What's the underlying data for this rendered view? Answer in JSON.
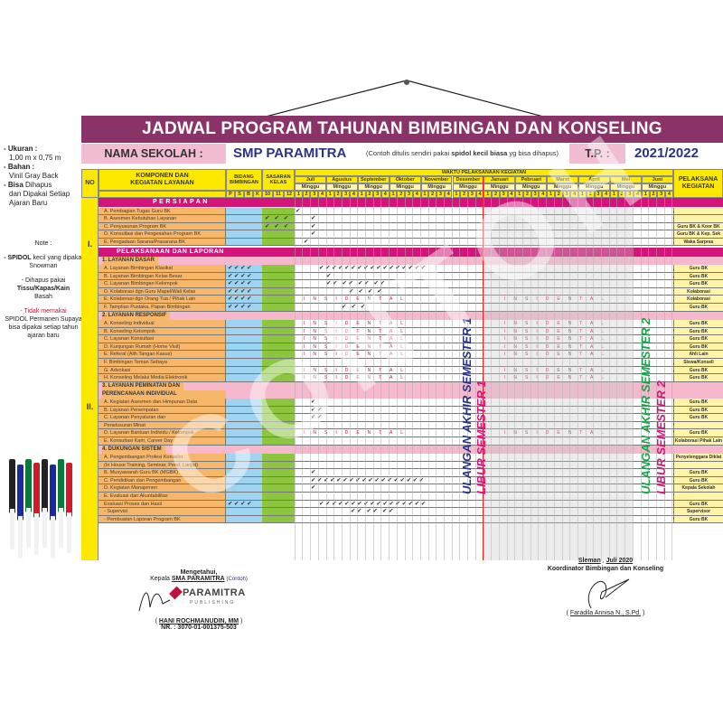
{
  "poster": {
    "title": "JADWAL PROGRAM TAHUNAN BIMBINGAN DAN KONSELING",
    "school_label": "NAMA SEKOLAH  :",
    "school_name": "SMP PARAMITRA",
    "school_note_pre": "(Contoh ditulis sendiri pakai ",
    "school_note_bold": "spidol kecil biasa",
    "school_note_post": " yg bisa dihapus)",
    "tp_label": "T.P.  :",
    "tp_value": "2021/2022"
  },
  "side_notes": {
    "ukuran_label": "- Ukuran :",
    "ukuran_value": "1,00 m x 0,75 m",
    "bahan_label": "- Bahan :",
    "bahan_value": "Vinil Gray Back",
    "bisa_bold": "- Bisa",
    "bisa_rest": " Dihapus",
    "bisa_line2": "dan Dipakai Setiap",
    "bisa_line3": "Ajaran Baru",
    "note_title": "Note :",
    "spidol_bold": "- SPIDOL",
    "spidol_rest": " kecil yang dipakai Snowman",
    "hapus_line": "- Dihapus pakai",
    "hapus_bold": "Tissu/Kapas/Kain",
    "hapus_line3": "Basah",
    "tidak_red": "- Tidak memakai",
    "tidak_rest": "SPIDOL Permanen Supaya bisa dipakai setiap tahun ajaran baru"
  },
  "table": {
    "headers": {
      "no": "NO",
      "komponen": "KOMPONEN DAN KEGIATAN LAYANAN",
      "bidang": "BIDANG BIMBINGAN",
      "bidang_cols": [
        "P",
        "S",
        "B",
        "K"
      ],
      "sasaran": "SASARAN KELAS",
      "sasaran_cols": [
        "10",
        "11",
        "12"
      ],
      "waktu": "WAKTU  PELAKSANAAN KEGIATAN",
      "minggu": "Minggu",
      "weeks": [
        "1",
        "2",
        "3",
        "4"
      ],
      "pelaksana": "PELAKSANA KEGIATAN"
    },
    "months": [
      "Juli",
      "Agustus",
      "September",
      "Oktober",
      "November",
      "Desember",
      "Januari",
      "Pebruari",
      "Maret",
      "April",
      "Mei",
      "Juni"
    ],
    "sections": [
      {
        "roman": "I.",
        "title": "PERSIAPAN"
      },
      {
        "roman": "II.",
        "title": "PELAKSANAAN DAN LAPORAN"
      }
    ],
    "persiapan_rows": [
      {
        "label": "A.  Pembagian Tugas Guru BK",
        "pelaksana": ""
      },
      {
        "label": "B.  Asesmen Kebutuhan Layanan",
        "pelaksana": ""
      },
      {
        "label": "C.  Penyusunan Program BK",
        "pelaksana": "Guru BK & Koor BK"
      },
      {
        "label": "D.  Konsultasi dan Pengesahan Program BK",
        "pelaksana": "Guru BK & Kep. Sek"
      },
      {
        "label": "E.  Pengadaan Sarana/Prasarana BK",
        "pelaksana": "Waka Sarpras"
      }
    ],
    "sub1": "1.  LAYANAN DASAR",
    "dasar_rows": [
      {
        "label": "A.  Layanan Bimbingan Klasikal",
        "pelaksana": "Guru BK"
      },
      {
        "label": "B.  Layanan Bimbingan Kelas Besar",
        "pelaksana": "Guru BK"
      },
      {
        "label": "C.  Layanan Bimbingan Kelompok",
        "pelaksana": "Guru BK"
      },
      {
        "label": "D.  Kolaborasi dgn Guru Mapel/Wali Kelas",
        "pelaksana": "Kolaborasi"
      },
      {
        "label": "E.  Kolaborasi dgn Orang Tua / Pihak Lain",
        "pelaksana": "Kolaborasi"
      },
      {
        "label": "F.  Tampilan Pustaka, Papan Bimbingan",
        "pelaksana": "Guru BK"
      }
    ],
    "sub2": "2.  LAYANAN RESPONSIF",
    "responsif_rows": [
      {
        "label": "A.  Konseling Individual",
        "pelaksana": "Guru BK"
      },
      {
        "label": "B.  Konseling Kelompok",
        "pelaksana": "Guru BK"
      },
      {
        "label": "C.  Layanan Konsultasi",
        "pelaksana": "Guru BK"
      },
      {
        "label": "D.  Kunjungan Rumah (Home Visit)",
        "pelaksana": "Guru BK"
      },
      {
        "label": "E.  Referal (Alih Tangan Kasus)",
        "pelaksana": "Ahli Lain"
      },
      {
        "label": "F.  Bimbingan Teman Sebaya",
        "pelaksana": "Siswa/Konseli"
      },
      {
        "label": "G.  Advokasi",
        "pelaksana": "Guru BK"
      },
      {
        "label": "H.  Konseling Melalui Media Elektronik",
        "pelaksana": "Guru BK"
      }
    ],
    "sub3": "3.  LAYANAN PEMINATAN DAN",
    "sub3b": "PERENCANAAN INDIVIDUAL",
    "peminatan_rows": [
      {
        "label": "A.  Kegiatan Asesmen dan Himpunan Data",
        "pelaksana": "Guru BK"
      },
      {
        "label": "B.  Layanan Penempatan",
        "pelaksana": "Guru BK"
      },
      {
        "label": "C.  Layanan Penyaluran dan",
        "pelaksana": "Guru BK"
      },
      {
        "label": "      Penelusuran Minat",
        "pelaksana": ""
      },
      {
        "label": "D.  Layanan Bantuan Individu / Kelompok",
        "pelaksana": "Guru BK"
      },
      {
        "label": "E.  Konsultasi Karir, Career Day",
        "pelaksana": "Kolaborasi Pihak Lain"
      }
    ],
    "sub4": "4.  DUKUNGAN SISTEM",
    "dukungan_rows": [
      {
        "label": "A.  Pengembangan Profesi Konselor",
        "pelaksana": "Penyelenggara Diklat"
      },
      {
        "label": "      (In House Training, Seminar, Pend. Lanjut)",
        "pelaksana": ""
      },
      {
        "label": "B.  Musyawarah Guru BK (MGBK)",
        "pelaksana": "Guru BK"
      },
      {
        "label": "C.  Pendidikan dan Pengembangan",
        "pelaksana": "Guru BK"
      },
      {
        "label": "D.  Kegiatan Manajemen",
        "pelaksana": "Kepala Sekolah"
      },
      {
        "label": "E.  Evaluasi dan Akuntabilitas",
        "pelaksana": ""
      },
      {
        "label": "      Evaluasi Proses dan Hasil",
        "pelaksana": "Guru BK"
      },
      {
        "label": "      - Supervisi",
        "pelaksana": "Supervisor"
      },
      {
        "label": "      - Pembuatan Laporan Program BK",
        "pelaksana": "Guru BK"
      }
    ],
    "insidental": "INSIDENTAL",
    "semester1_ulangan": "ULANGAN AKHIR SEMESTER 1",
    "semester1_libur": "LIBUR SEMESTER 1",
    "semester2_ulangan": "ULANGAN AKHIR SEMESTER 2",
    "semester2_libur": "LIBUR SEMESTER 2",
    "check_mark": "✔"
  },
  "signatures": {
    "left_known": "Mengetahui,",
    "left_kepala": "Kepala",
    "left_school": "SMA PARAMITRA",
    "left_contoh": "(Contoh)",
    "left_logo": "PARAMITRA",
    "left_logo_sub": "PUBLISHING",
    "left_name": "HANI ROCHMANUDIN, MM",
    "left_nr": "NR. : 3070-01-001375-503",
    "right_place": "Sleman",
    "right_date": "Juli 2020",
    "right_role": "Koordinator Bimbingan dan Konseling",
    "right_name": "Faradila Annisa N., S.Pd."
  },
  "colors": {
    "title_bar": "#8a3368",
    "header_yellow": "#fde900",
    "section_magenta": "#d4147a",
    "sub_pink": "#f6b8cc",
    "item_orange": "#f7b76a",
    "bidang_blue": "#9fd3f2",
    "sasaran_green": "#8cc63f",
    "semester_blue": "#2a3384",
    "libur_magenta": "#d4147a",
    "semester2_green": "#1aa34a"
  }
}
